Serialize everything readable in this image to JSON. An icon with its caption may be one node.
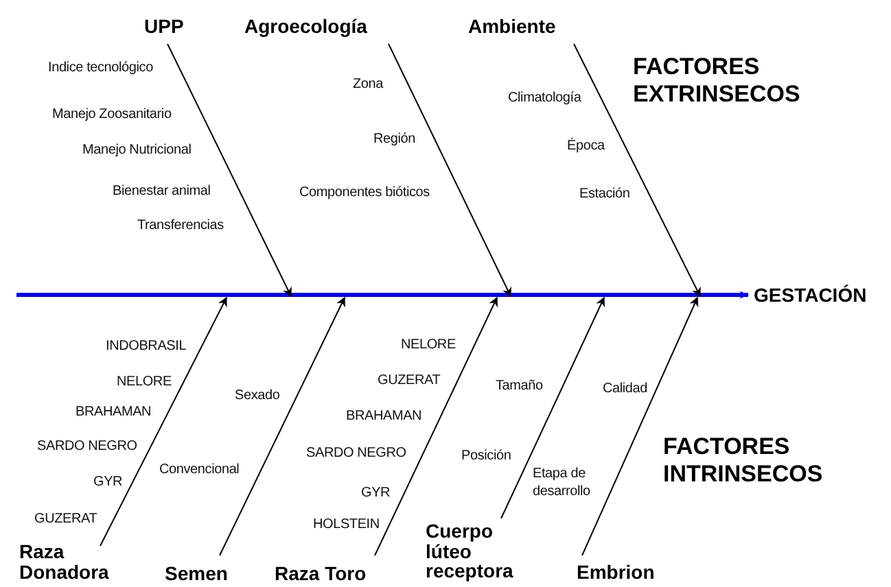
{
  "diagram": {
    "nodes": [
      {
        "text": [
          "UPP"
        ]
      },
      {
        "text": [
          "Agroecología"
        ]
      },
      {
        "text": [
          "Ambiente"
        ]
      },
      {
        "text": [
          "GESTACIÓN"
        ]
      },
      {
        "text": [
          "Raza Donadora"
        ]
      },
      {
        "text": [
          "Semen"
        ]
      },
      {
        "text": [
          "Raza Toro"
        ]
      },
      {
        "text": [
          "Cuerpo lúteo receptora"
        ]
      },
      {
        "text": [
          "Embrion"
        ]
      }
    ],
    "edges": [
      {
        "from": null,
        "to": 3,
        "arrow": "to",
        "style": "thick",
        "color": "#0000ff"
      },
      {
        "from": 0,
        "to": null,
        "arrow": "to"
      },
      {
        "from": 1,
        "to": null,
        "arrow": "to"
      },
      {
        "from": 2,
        "to": null,
        "arrow": "to"
      },
      {
        "from": 4,
        "to": null,
        "arrow": "to"
      },
      {
        "from": 5,
        "to": null,
        "arrow": "to"
      },
      {
        "from": 6,
        "to": null,
        "arrow": "to"
      },
      {
        "from": 7,
        "to": null,
        "arrow": "to"
      },
      {
        "from": 8,
        "to": null,
        "arrow": "to"
      }
    ],
    "labels": [
      "FACTORES EXTRINSECOS",
      "Indice tecnológico",
      "Manejo Zoosanitario",
      "Manejo Nutricional",
      "Bienestar animal",
      "Transferencias",
      "Zona",
      "Región",
      "Componentes bióticos",
      "Climatología",
      "Época",
      "Estación",
      "INDOBRASIL",
      "NELORE",
      "BRAHAMAN",
      "SARDO NEGRO",
      "GYR",
      "GUZERAT",
      "Sexado",
      "Convencional",
      "NELORE",
      "GUZERAT",
      "BRAHAMAN",
      "SARDO NEGRO",
      "GYR",
      "HOLSTEIN",
      "Tamaño",
      "Posición",
      "Calidad",
      "Etapa de desarrollo",
      "FACTORES INTRINSECOS"
    ]
  }
}
